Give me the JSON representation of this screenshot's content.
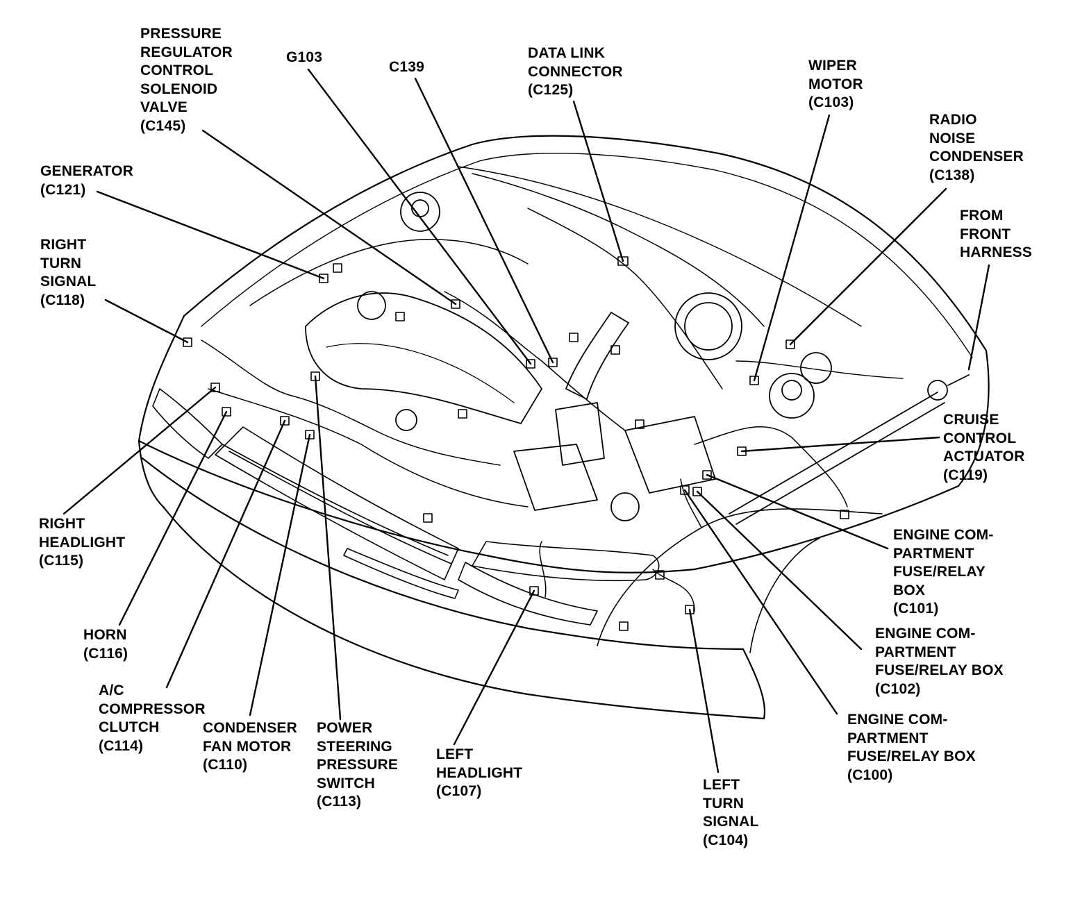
{
  "colors": {
    "ink": "#000000",
    "paper": "#ffffff"
  },
  "callouts": [
    {
      "id": "c145",
      "lines": [
        "PRESSURE",
        "REGULATOR",
        "CONTROL",
        "SOLENOID",
        "VALVE",
        "(C145)"
      ]
    },
    {
      "id": "g103",
      "lines": [
        "G103"
      ]
    },
    {
      "id": "c139",
      "lines": [
        "C139"
      ]
    },
    {
      "id": "c125",
      "lines": [
        "DATA LINK",
        "CONNECTOR",
        "(C125)"
      ]
    },
    {
      "id": "c103",
      "lines": [
        "WIPER",
        "MOTOR",
        "(C103)"
      ]
    },
    {
      "id": "c138",
      "lines": [
        "RADIO",
        "NOISE",
        "CONDENSER",
        "(C138)"
      ]
    },
    {
      "id": "c121",
      "lines": [
        "GENERATOR",
        "(C121)"
      ]
    },
    {
      "id": "front",
      "lines": [
        "FROM",
        "FRONT",
        "HARNESS"
      ]
    },
    {
      "id": "c118",
      "lines": [
        "RIGHT",
        "TURN",
        "SIGNAL",
        "(C118)"
      ]
    },
    {
      "id": "c119",
      "lines": [
        "CRUISE",
        "CONTROL",
        "ACTUATOR",
        "(C119)"
      ]
    },
    {
      "id": "c115",
      "lines": [
        "RIGHT",
        "HEADLIGHT",
        "(C115)"
      ]
    },
    {
      "id": "c101",
      "lines": [
        "ENGINE COM-",
        "PARTMENT",
        "FUSE/RELAY",
        "BOX",
        "(C101)"
      ]
    },
    {
      "id": "c116",
      "lines": [
        "HORN",
        "(C116)"
      ]
    },
    {
      "id": "c102",
      "lines": [
        "ENGINE COM-",
        "PARTMENT",
        "FUSE/RELAY BOX",
        "(C102)"
      ]
    },
    {
      "id": "c114",
      "lines": [
        "A/C",
        "COMPRESSOR",
        "CLUTCH",
        "(C114)"
      ]
    },
    {
      "id": "c110",
      "lines": [
        "CONDENSER",
        "FAN MOTOR",
        "(C110)"
      ]
    },
    {
      "id": "c113",
      "lines": [
        "POWER",
        "STEERING",
        "PRESSURE",
        "SWITCH",
        "(C113)"
      ]
    },
    {
      "id": "c107",
      "lines": [
        "LEFT",
        "HEADLIGHT",
        "(C107)"
      ]
    },
    {
      "id": "c100",
      "lines": [
        "ENGINE COM-",
        "PARTMENT",
        "FUSE/RELAY BOX",
        "(C100)"
      ]
    },
    {
      "id": "c104",
      "lines": [
        "LEFT",
        "TURN",
        "SIGNAL",
        "(C104)"
      ]
    }
  ]
}
